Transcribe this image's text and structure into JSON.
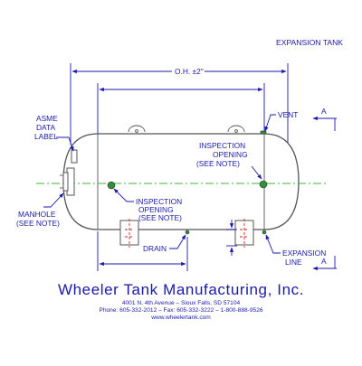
{
  "title": "EXPANSION TANK",
  "overall_dim": "O.H. ±2\"",
  "section": "A",
  "labels": {
    "asme": [
      "ASME",
      "DATA",
      "LABEL"
    ],
    "vent": "VENT",
    "inspection_top": [
      "INSPECTION",
      "OPENING",
      "(SEE NOTE)"
    ],
    "inspection_left": [
      "INSPECTION",
      "OPENING",
      "(SEE NOTE)"
    ],
    "manhole": [
      "MANHOLE",
      "(SEE NOTE)"
    ],
    "drain": "DRAIN",
    "expansion_line": [
      "EXPANSION",
      "LINE"
    ]
  },
  "company": {
    "name": "Wheeler Tank Manufacturing, Inc.",
    "address": "4001 N. 4th Avenue  –  Sioux Falls, SD 57104",
    "phone": "Phone: 605-332-2012  –  Fax: 605-332-3222  –  1-800-888-9526",
    "web": "www.wheelertank.com"
  },
  "colors": {
    "text": "#1a1aa8",
    "centerline": "#3bb53b",
    "hidden_line": "#d62020",
    "fitting": "#2f8f3a"
  }
}
